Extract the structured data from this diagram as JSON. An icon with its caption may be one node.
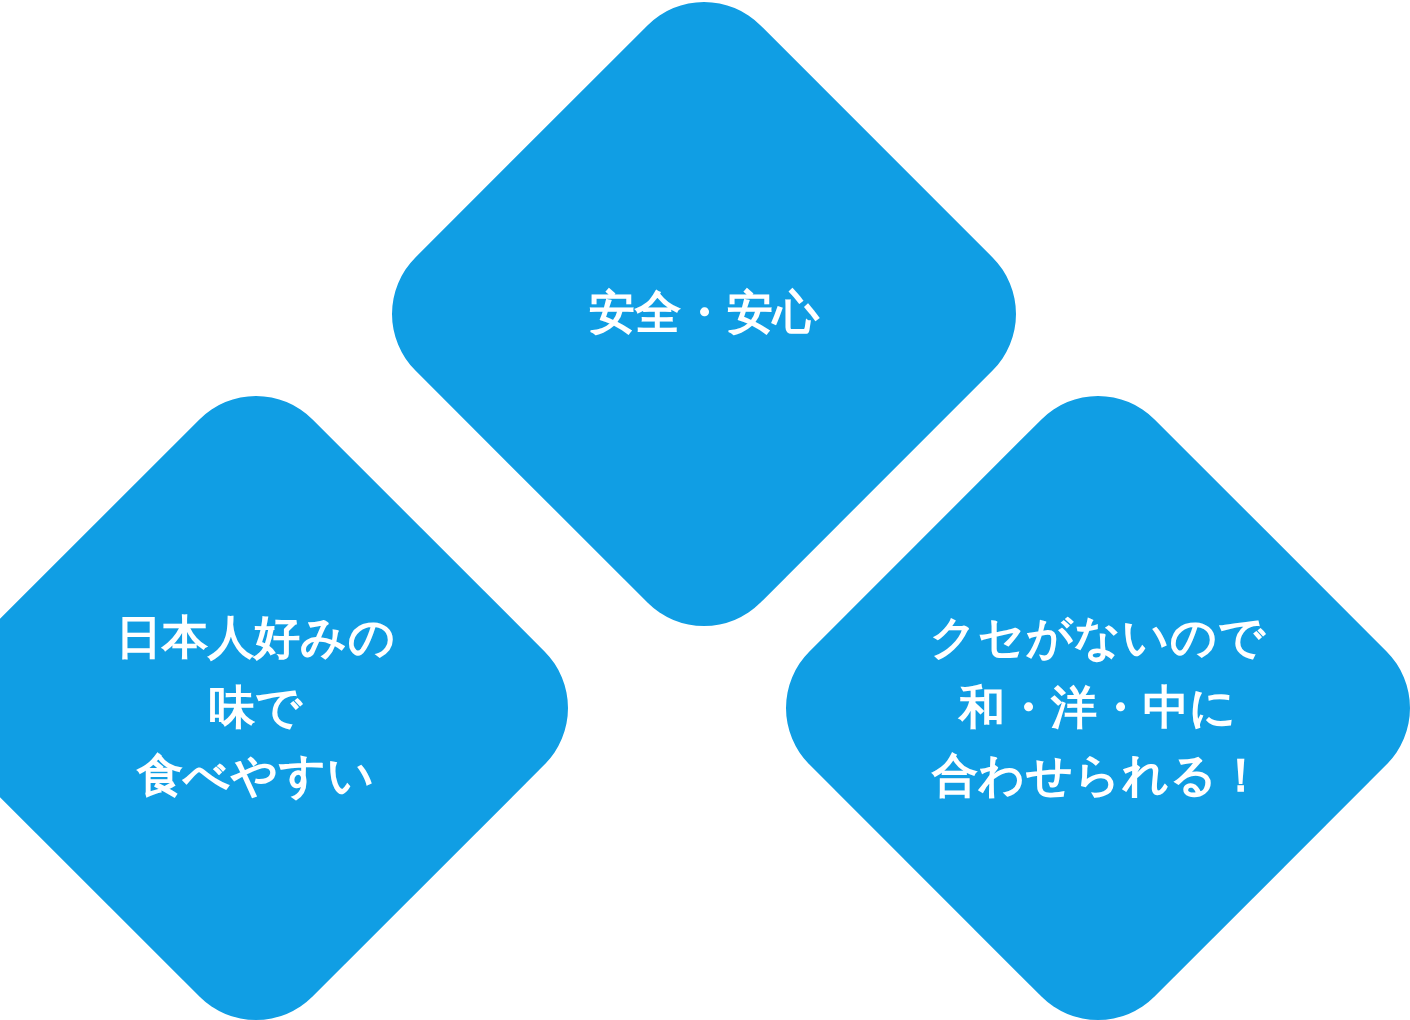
{
  "diagram": {
    "nodes": [
      {
        "text": [
          "安全・安心"
        ]
      },
      {
        "text": [
          "日本人好みの味で食べやすい"
        ]
      },
      {
        "text": [
          "クセがないので和・洋・中に合わせられる！"
        ]
      }
    ]
  }
}
